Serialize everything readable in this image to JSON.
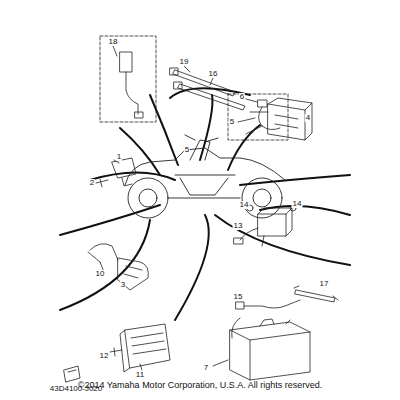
{
  "diagram": {
    "caption": "©2014 Yamaha Motor Corporation, U.S.A. All rights reserved.",
    "labels": [
      "18",
      "19",
      "16",
      "6",
      "5",
      "4",
      "1",
      "2",
      "5",
      "14",
      "14",
      "13",
      "10",
      "3",
      "17",
      "15",
      "12",
      "11",
      "7",
      "43D4100-J020"
    ]
  }
}
